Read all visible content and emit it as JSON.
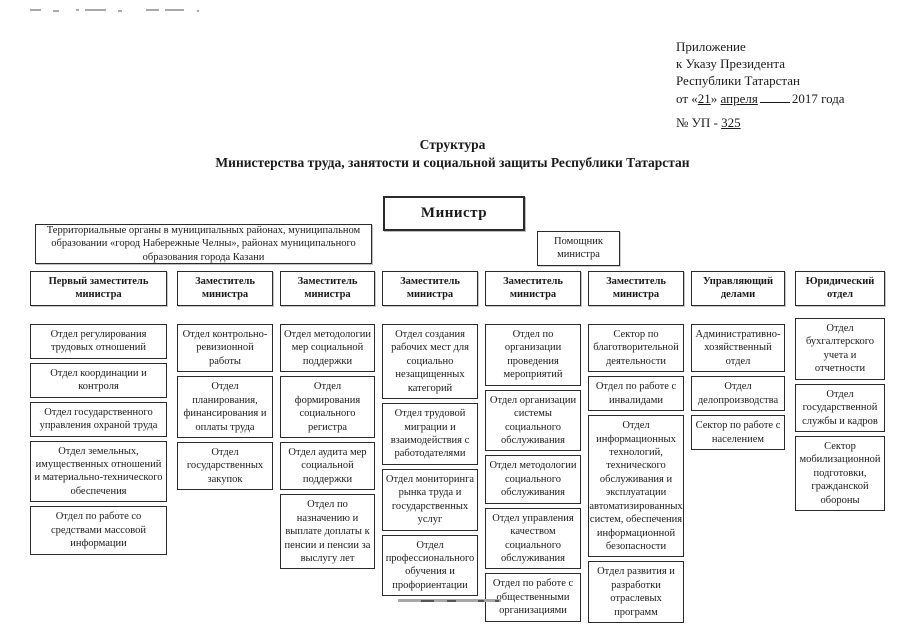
{
  "annotation": {
    "line1": "Приложение",
    "line2": "к Указу Президента",
    "line3": "Республики Татарстан",
    "date_prefix": "от «",
    "date_day": "21",
    "date_close": "»",
    "date_month": "апреля",
    "date_year": "2017 года",
    "number_label": "№ УП -",
    "number_value": "325"
  },
  "title": {
    "line1": "Структура",
    "line2": "Министерства труда, занятости и социальной защиты Республики Татарстан"
  },
  "minister": {
    "label": "Министр"
  },
  "assistant": {
    "label": "Помощник министра"
  },
  "territorial": {
    "label": "Территориальные органы в муниципальных районах, муниципальном образовании «город Набережные Челны», районах муниципального образования города Казани"
  },
  "columns": [
    {
      "head": "Первый заместитель министра",
      "boxes": [
        "Отдел регулирования трудовых отношений",
        "Отдел координации и контроля",
        "Отдел государственного управления охраной труда",
        "Отдел земельных, имущественных отношений и материально-технического обеспечения",
        "Отдел по работе со средствами массовой информации"
      ]
    },
    {
      "head": "Заместитель министра",
      "boxes": [
        "Отдел контрольно-ревизионной работы",
        "Отдел планирования, финансирования и оплаты труда",
        "Отдел государственных закупок"
      ]
    },
    {
      "head": "Заместитель министра",
      "boxes": [
        "Отдел методологии мер социальной поддержки",
        "Отдел формирования социального регистра",
        "Отдел аудита мер социальной поддержки",
        "Отдел по назначению и выплате доплаты к пенсии и пенсии за выслугу лет"
      ]
    },
    {
      "head": "Заместитель министра",
      "boxes": [
        "Отдел создания рабочих мест для социально незащищенных категорий",
        "Отдел трудовой миграции и взаимодействия с работодателями",
        "Отдел мониторинга рынка труда и государственных услуг",
        "Отдел профессионального обучения и профориентации"
      ]
    },
    {
      "head": "Заместитель министра",
      "boxes": [
        "Отдел по организации проведения мероприятий",
        "Отдел организации системы социального обслуживания",
        "Отдел методологии социального обслуживания",
        "Отдел управления качеством социального обслуживания",
        "Отдел по работе с общественными организациями"
      ]
    },
    {
      "head": "Заместитель министра",
      "boxes": [
        "Сектор по благотворительной деятельности",
        "Отдел по работе с инвалидами",
        "Отдел информационных технологий, технического обслуживания и эксплуатации автоматизированных систем, обеспечения информационной безопасности",
        "Отдел развития и разработки отраслевых программ"
      ]
    },
    {
      "head": "Управляющий делами",
      "boxes": [
        "Административно-хозяйственный отдел",
        "Отдел делопроизводства",
        "Сектор по работе с населением"
      ]
    },
    {
      "head": "Юридический отдел",
      "boxes": [
        "Отдел бухгалтерского учета и отчетности",
        "Отдел государственной службы и кадров",
        "Сектор мобилизационной подготовки, гражданской обороны"
      ]
    }
  ]
}
